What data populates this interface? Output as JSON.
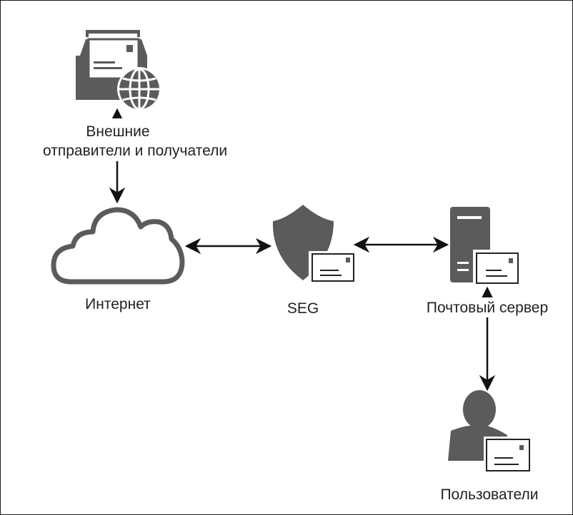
{
  "diagram": {
    "title": "",
    "colors": {
      "icon_fill": "#5b5b5b",
      "arrow": "#111111",
      "text": "#222222",
      "border": "#1a1a1a"
    },
    "nodes": [
      {
        "id": "external",
        "icon": "mail-inbox-globe-icon",
        "label_lines": [
          "Внешние",
          "отправители и получатели"
        ]
      },
      {
        "id": "internet",
        "icon": "cloud-icon",
        "label": "Интернет"
      },
      {
        "id": "seg",
        "icon": "shield-envelope-icon",
        "label": "SEG"
      },
      {
        "id": "mailserver",
        "icon": "server-envelope-icon",
        "label": "Почтовый сервер"
      },
      {
        "id": "users",
        "icon": "user-envelope-icon",
        "label": "Пользователи"
      }
    ],
    "edges": [
      {
        "from": "internet",
        "to": "external",
        "direction": "both"
      },
      {
        "from": "internet",
        "to": "seg",
        "direction": "both"
      },
      {
        "from": "seg",
        "to": "mailserver",
        "direction": "both"
      },
      {
        "from": "mailserver",
        "to": "users",
        "direction": "both"
      }
    ]
  }
}
